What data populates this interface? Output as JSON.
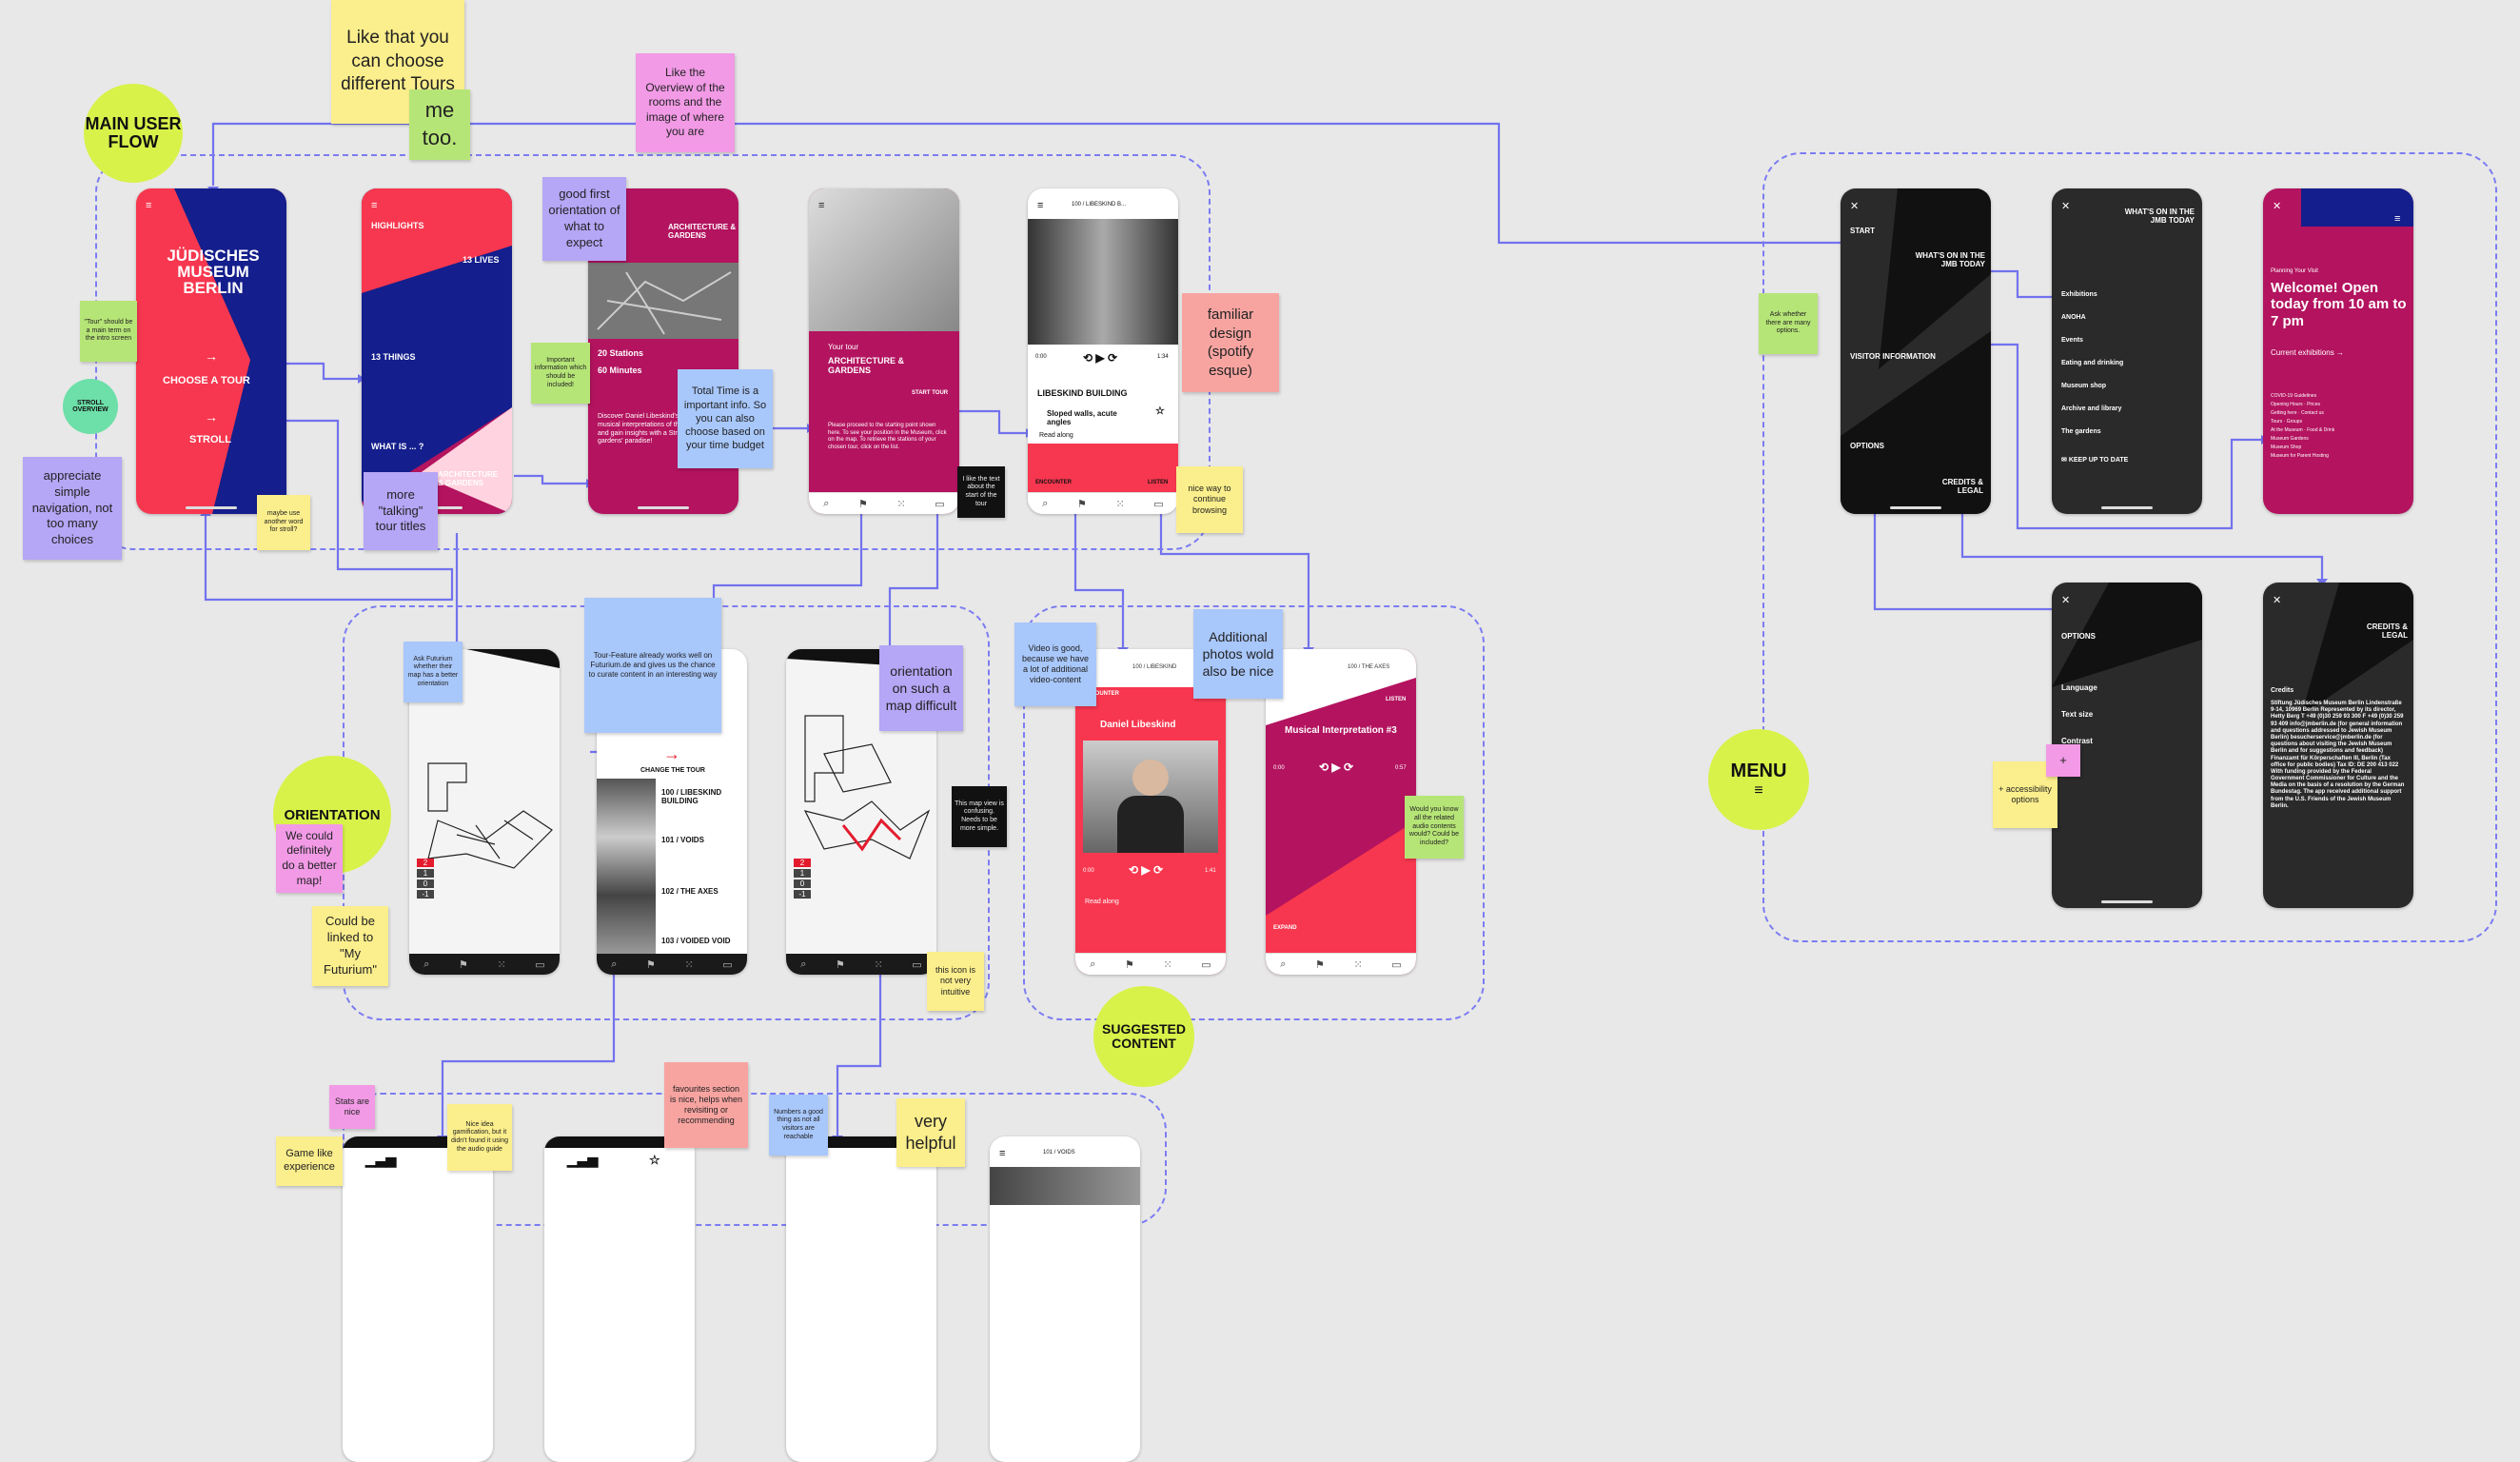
{
  "colors": {
    "connector": "#7272ee",
    "yellow_green": "#d8f24a",
    "museum_red": "#f7374f",
    "museum_blue": "#141e8c",
    "museum_magenta": "#b3135f"
  },
  "group_labels": {
    "main": "MAIN USER FLOW",
    "orientation": "ORIENTATION",
    "suggested": "SUGGESTED CONTENT",
    "menu": "MENU",
    "stroll_badge": "STROLL OVERVIEW"
  },
  "notes": {
    "tours_choose": "Like that you can choose different Tours",
    "me_too": "me too.",
    "overview_rooms": "Like the Overview of the rooms and the image of where you are",
    "good_first": "good first orientation of what to expect",
    "familiar": "familiar design (spotify esque)",
    "total_time": "Total Time is a important info. So you can also choose based on your time budget",
    "tour_must": "\"Tour\" should be a main term on the intro screen",
    "appreciate": "appreciate simple navigation, not too many choices",
    "stroll_word": "maybe use another word for stroll?",
    "more_talking": "more \"talking\" tour titles",
    "important_info": "Important information which should be included!",
    "nice_way": "nice way to continue browsing",
    "black_small": "I like the text about the start of the tour",
    "futurium_map": "Ask Futurium whether their map has a better orientation",
    "tour_feature": "Tour-Feature already works well on Futurium.de and gives us the chance to curate content in an interesting way",
    "orientation_difficult": "orientation on such a map difficult",
    "map_view": "This map view is confusing. Needs to be more simple.",
    "video_good": "Video is good, because we have a lot of additional video-content",
    "additional_photos": "Additional photos wold also be nice",
    "music_note": "Would you know all the related audio contents would? Could be included?",
    "menu_note": "Ask whether there are many options.",
    "better_map": "We could definitely do a better map!",
    "linked": "Could be linked to \"My Futurium\"",
    "icon_not_intuitive": "this icon is not very intuitive",
    "accessibility": "+ accessibility options",
    "plus": "+",
    "stats": "Stats are nice",
    "game_like": "Game like experience",
    "nice_idea": "Nice idea gamification, but it didn't found it using the audio guide",
    "favourites": "favourites section is nice, helps when revisiting or recommending",
    "numbers": "Numbers a good thing as not all visitors are reachable",
    "very_helpful": "very helpful"
  },
  "screens": {
    "home": {
      "title": "JÜDISCHES MUSEUM BERLIN",
      "choose": "CHOOSE A TOUR",
      "stroll": "STROLL"
    },
    "tours": {
      "highlights": "HIGHLIGHTS",
      "lives": "13 LIVES",
      "things": "13 THINGS",
      "whatis": "WHAT IS ... ?",
      "arch": "ARCHITECTURE & GARDENS"
    },
    "arch_detail": {
      "title": "ARCHITECTURE & GARDENS",
      "stations": "20 Stations",
      "minutes": "60 Minutes",
      "desc": "Discover Daniel Libeskind's building, hear musical interpretations of the architecture and gain insights with a Stroll through the gardens' paradise!"
    },
    "your_tour": {
      "label": "Your tour",
      "title": "ARCHITECTURE & GARDENS",
      "start": "START TOUR",
      "desc": "Please proceed to the starting point shown here. To see your position in the Museum, click on the map. To retrieve the stations of your chosen tour, click on the list."
    },
    "player": {
      "crumb": "100 / LIBESKIND B...",
      "t_start": "0:00",
      "t_end": "1:34",
      "title": "LIBESKIND BUILDING",
      "sub": "Sloped walls, acute angles",
      "read": "Read along",
      "encounter": "ENCOUNTER",
      "listen": "LISTEN"
    },
    "menu_start": {
      "start": "START",
      "whats_on": "WHAT'S ON IN THE JMB TODAY",
      "visitor": "VISITOR INFORMATION",
      "options": "OPTIONS",
      "credits": "CREDITS & LEGAL"
    },
    "whats_on": {
      "title": "WHAT'S ON IN THE JMB TODAY",
      "items": [
        "Exhibitions",
        "ANOHA",
        "Events",
        "Eating and drinking",
        "Museum shop",
        "Archive and library",
        "The gardens"
      ],
      "keep": "KEEP UP TO DATE"
    },
    "welcome": {
      "planning": "Planning Your Visit",
      "title": "Welcome! Open today from 10 am to 7 pm",
      "current": "Current exhibitions →",
      "items": [
        "COVID-19 Guidelines",
        "Opening Hours",
        "Prices",
        "Getting here",
        "Contact us",
        "Tours",
        "Groups",
        "At the Museum",
        "Food & Drink",
        "Museum Gardens",
        "Museum Shop",
        "Museum for Parent Hosting"
      ]
    },
    "options": {
      "title": "OPTIONS",
      "items": [
        "Language",
        "Text size",
        "Contrast"
      ]
    },
    "credits": {
      "title": "CREDITS & LEGAL",
      "heading": "Credits",
      "body": "Stiftung Jüdisches Museum Berlin Lindenstraße 9-14, 10969 Berlin Represented by its director, Hetty Berg T +49 (0)30 259 93 300 F +49 (0)30 259 93 409 info@jmberlin.de (for general information and questions addressed to Jewish Museum Berlin) besucherservice@jmberlin.de (for questions about visiting the Jewish Museum Berlin and for suggestions and feedback) Finanzamt für Körperschaften III, Berlin (Tax office for public bodies) Tax ID: DE 200 413 022 With funding provided by the Federal Government Commissioner for Culture and the Media on the basis of a resolution by the German Bundestag. The app received additional support from the U.S. Friends of the Jewish Museum Berlin."
    },
    "map1": {
      "floors": [
        "2",
        "1",
        "0",
        "-1"
      ]
    },
    "change_tour": {
      "head": "CHANGE THE TOUR",
      "items": [
        "100 / LIBESKIND BUILDING",
        "101 / VOIDS",
        "102 / THE AXES",
        "103 / VOIDED VOID"
      ]
    },
    "map2": {
      "floors": [
        "2",
        "1",
        "0",
        "-1"
      ]
    },
    "daniel": {
      "crumb": "100 / LIBESKIND",
      "tag": "ENCOUNTER",
      "title": "Daniel Libeskind",
      "t_start": "0:00",
      "t_end": "1:41",
      "read": "Read along"
    },
    "music": {
      "crumb": "100 / THE AXES",
      "tag": "LISTEN",
      "title": "Musical Interpretation #3",
      "t_start": "0:00",
      "t_end": "0:57",
      "expand": "EXPAND"
    },
    "bottom_crumb": "101 / VOIDS"
  }
}
